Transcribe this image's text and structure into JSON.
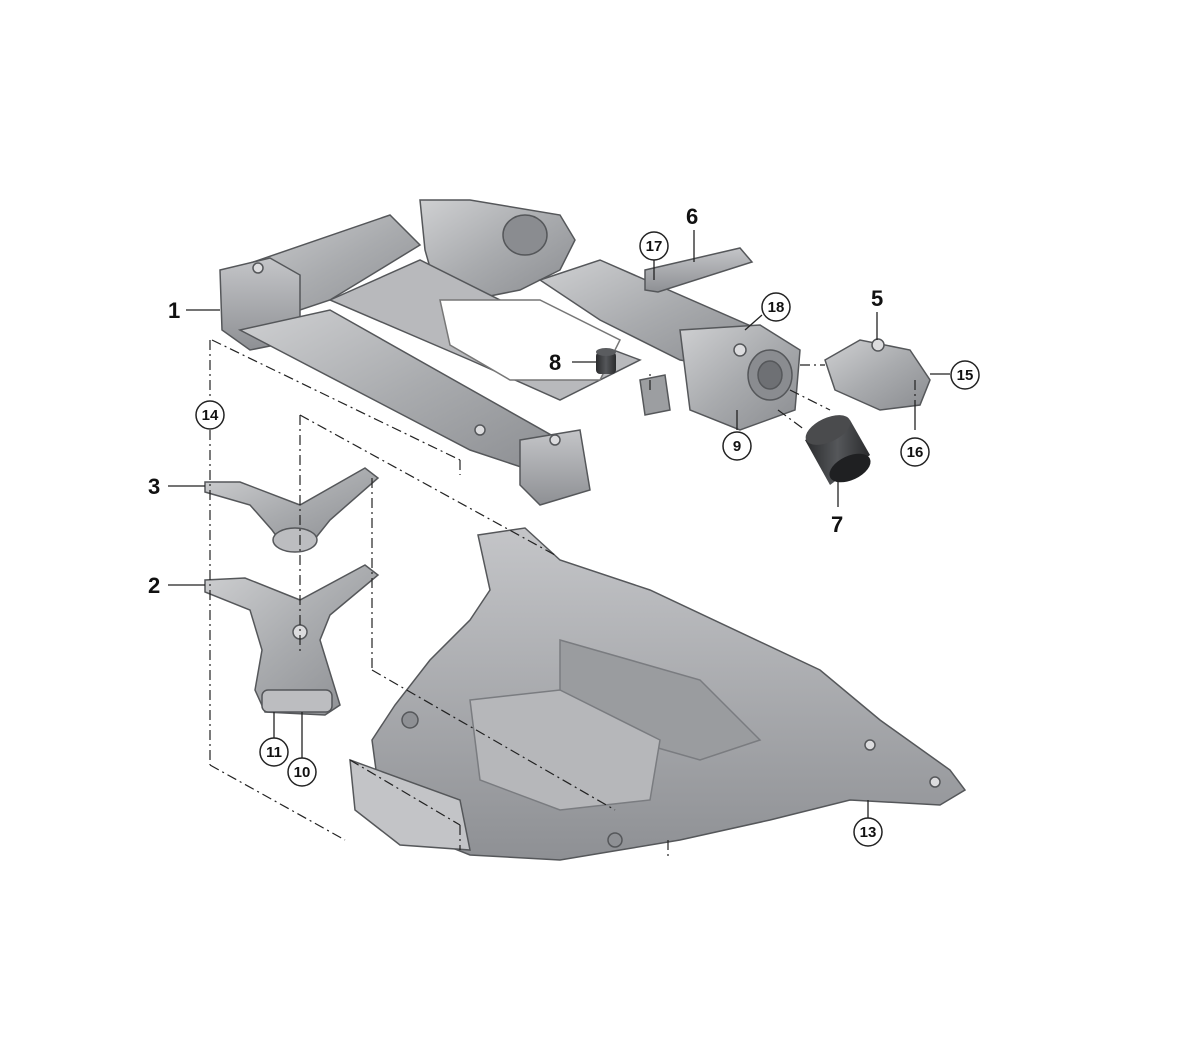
{
  "callouts": {
    "c1": "1",
    "c2": "2",
    "c3": "3",
    "c5": "5",
    "c6": "6",
    "c7": "7",
    "c8": "8",
    "c9": "9",
    "c10": "10",
    "c11": "11",
    "c13": "13",
    "c14": "14",
    "c15": "15",
    "c16": "16",
    "c17": "17",
    "c18": "18"
  },
  "colors": {
    "part_fill": "#a9abae",
    "part_light": "#c9cacc",
    "part_dark": "#7c7e82",
    "outline": "#55575a",
    "rubber": "#3a3b3d",
    "leader": "#222222"
  }
}
